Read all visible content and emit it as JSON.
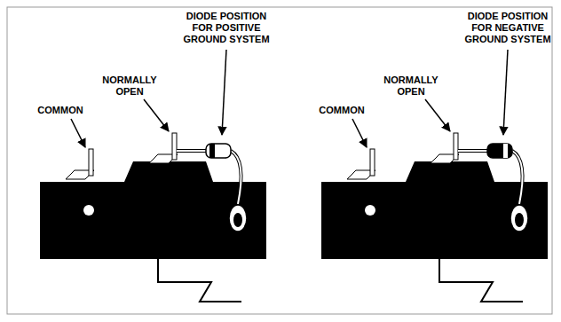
{
  "diagram": {
    "labels": [
      "DIODE POSITION FOR POSITIVE GROUND SYSTEM",
      "NORMALLY OPEN",
      "COMMON",
      "DIODE POSITION FOR NEGATIVE GROUND SYSTEM",
      "NORMALLY OPEN",
      "COMMON"
    ]
  }
}
